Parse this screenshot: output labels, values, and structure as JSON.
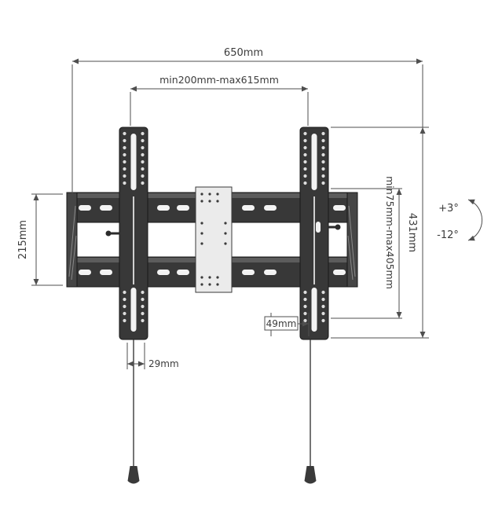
{
  "diagram": {
    "title": "TV wall mount bracket dimension drawing",
    "dimensions": {
      "overall_width": "650mm",
      "rail_width_range": "min200mm-max615mm",
      "wall_plate_height": "215mm",
      "bracket_height": "431mm",
      "vesa_height_range": "min75mm-max405mm",
      "right_offset": "49mm",
      "left_offset": "29mm"
    },
    "tilt": {
      "up": "+3°",
      "down": "-12°"
    },
    "colors": {
      "background": "#ffffff",
      "metal_dark": "#383838",
      "metal_cap": "#454545",
      "plate_light": "#ebebeb",
      "dimension_line": "#4f4f4f",
      "text": "#3c3c3c"
    }
  }
}
